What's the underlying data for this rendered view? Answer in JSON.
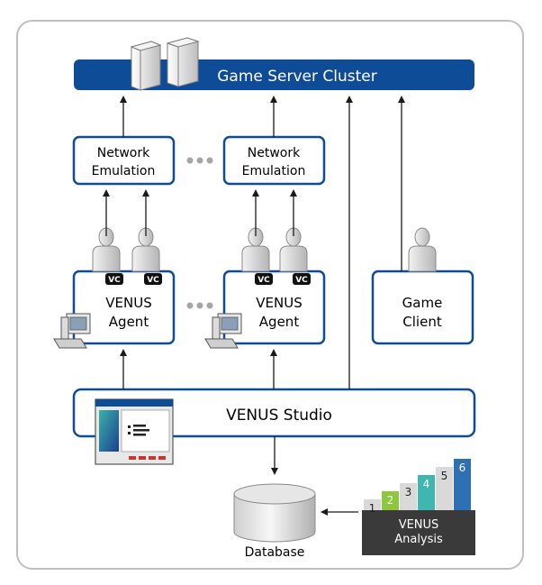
{
  "diagram": {
    "server_cluster": "Game Server Cluster",
    "network_emulation": [
      "Network",
      "Emulation"
    ],
    "venus_agent": [
      "VENUS",
      "Agent"
    ],
    "vc_badge": "VC",
    "game_client": [
      "Game",
      "Client"
    ],
    "venus_studio": "VENUS Studio",
    "database": "Database",
    "analysis": [
      "VENUS",
      "Analysis"
    ],
    "analysis_steps": [
      "1",
      "2",
      "3",
      "4",
      "5",
      "6"
    ],
    "analysis_step_colors": [
      "#d9d9d9",
      "#8dc63f",
      "#d9d9d9",
      "#3fb7b0",
      "#d9d9d9",
      "#2f6fb3"
    ]
  },
  "colors": {
    "primary_blue": "#0f4c97",
    "arrow": "#1a1a1a",
    "dots": "#a6a6a6",
    "figure": "#d0d0d0",
    "analysis_base": "#3a3a3a"
  },
  "icons": [
    "server-icon",
    "user-icon",
    "computer-icon",
    "studio-window-icon",
    "database-icon"
  ]
}
